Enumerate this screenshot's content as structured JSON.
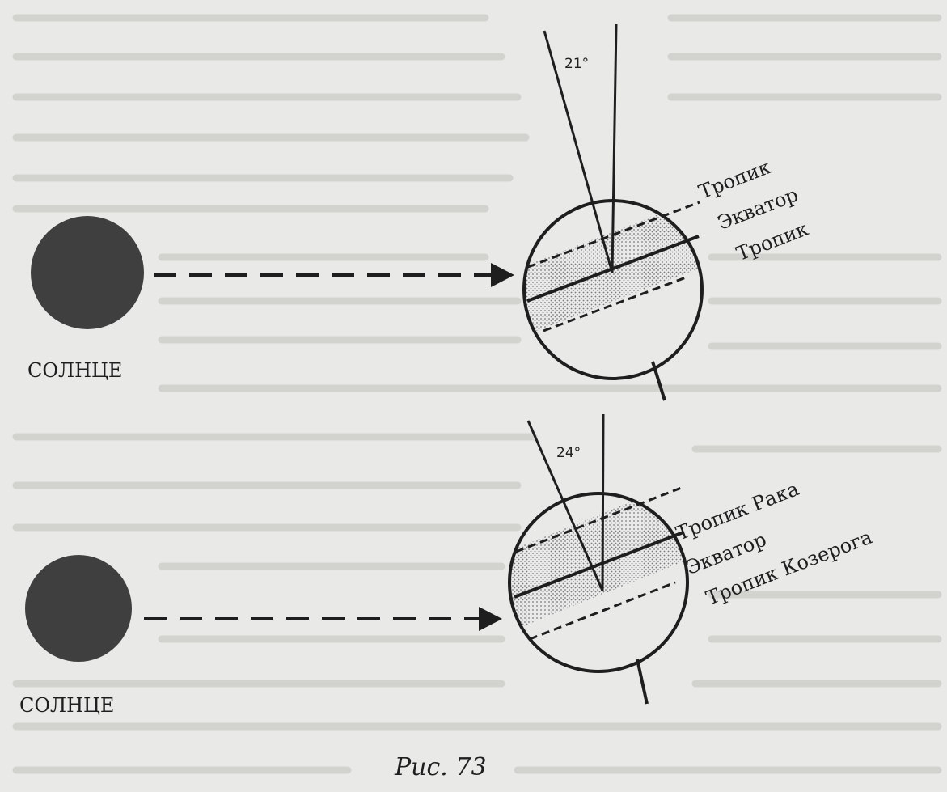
{
  "diagrams": [
    {
      "sun_label": "СОЛНЦЕ",
      "angle_label": "21°",
      "line_labels": [
        "Тропик",
        "Экватор",
        "Тропик"
      ]
    },
    {
      "sun_label": "СОЛНЦЕ",
      "angle_label": "24°",
      "line_labels": [
        "Тропик Рака",
        "Экватор",
        "Тропик Козерога"
      ]
    }
  ],
  "caption": "Рис. 73",
  "colors": {
    "ink": "#1e1e1e",
    "sun": "#3f3f3f",
    "paper": "#e9e9e7"
  }
}
